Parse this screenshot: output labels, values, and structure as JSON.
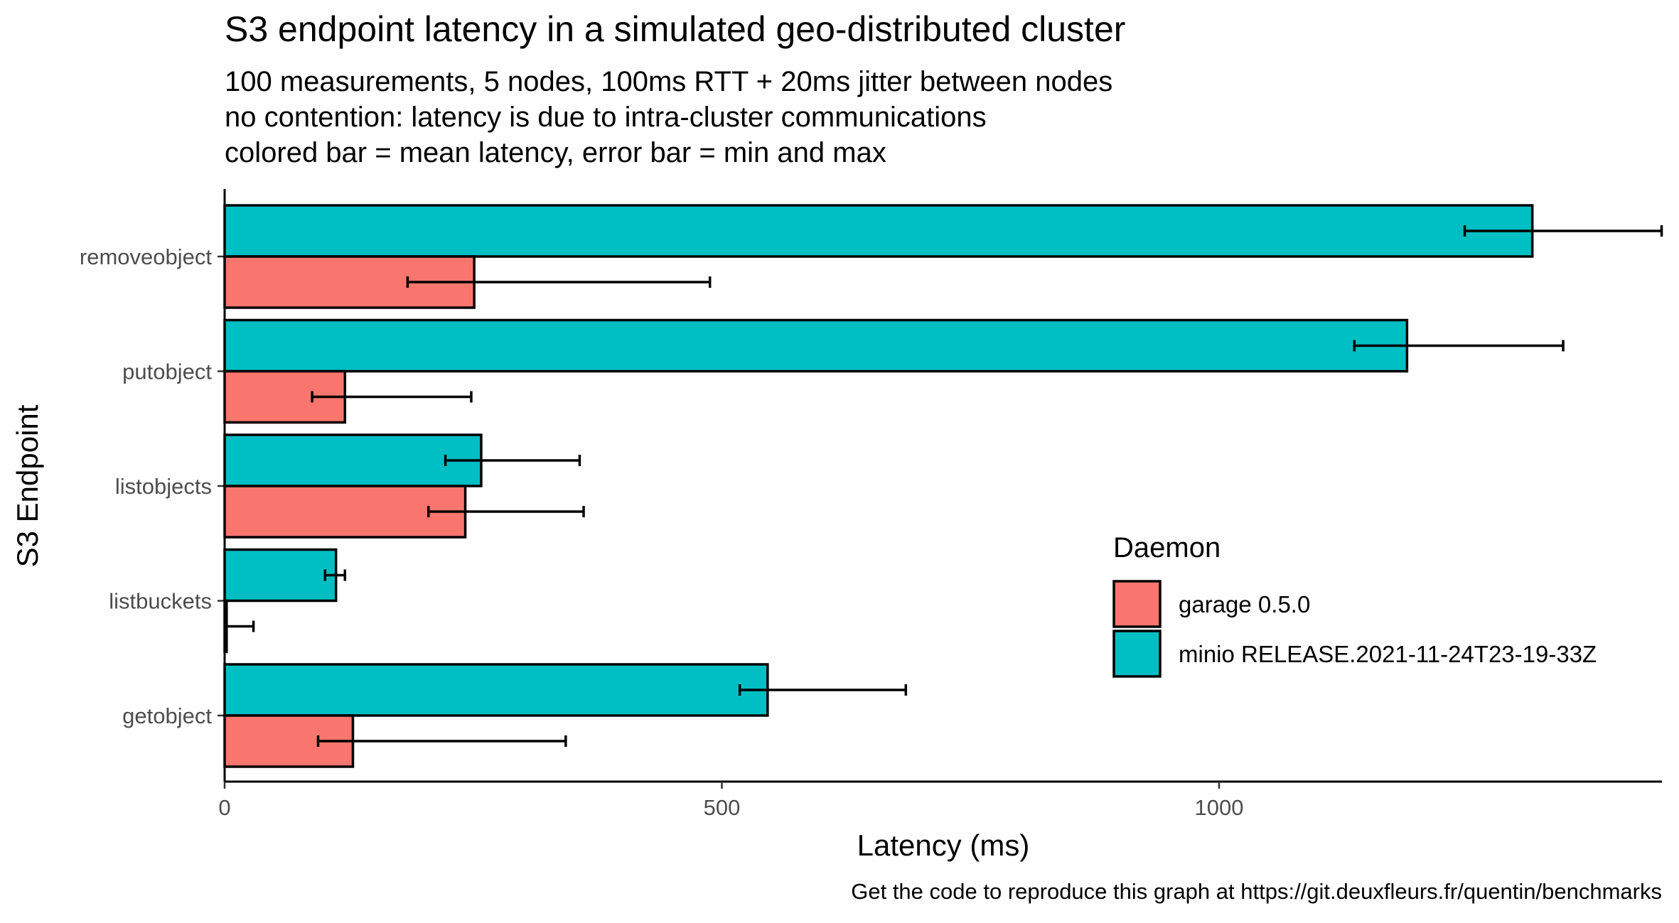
{
  "chart_data": {
    "type": "bar",
    "orientation": "horizontal",
    "title": "S3 endpoint latency in a simulated geo-distributed cluster",
    "subtitle": [
      "100 measurements, 5 nodes, 100ms RTT + 20ms jitter between nodes",
      "no contention: latency is due to intra-cluster communications",
      "colored bar = mean latency, error bar = min and max"
    ],
    "xlabel": "Latency (ms)",
    "ylabel": "S3 Endpoint",
    "caption": "Get the code to reproduce this graph at https://git.deuxfleurs.fr/quentin/benchmarks",
    "categories": [
      "removeobject",
      "putobject",
      "listobjects",
      "listbuckets",
      "getobject"
    ],
    "xlim": [
      0,
      1445
    ],
    "x_ticks": [
      0,
      500,
      1000
    ],
    "legend": {
      "title": "Daemon",
      "placement": "right"
    },
    "series": [
      {
        "name": "garage 0.5.0",
        "color": "#F8766D",
        "mean": [
          251,
          121,
          242,
          2,
          129
        ],
        "min": [
          184,
          88,
          205,
          1,
          94
        ],
        "max": [
          488,
          248,
          361,
          29,
          343
        ]
      },
      {
        "name": "minio RELEASE.2021-11-24T23-19-33Z",
        "color": "#00BFC4",
        "mean": [
          1315,
          1189,
          258,
          112,
          546
        ],
        "min": [
          1247,
          1136,
          222,
          101,
          518
        ],
        "max": [
          1445,
          1346,
          357,
          121,
          685
        ]
      }
    ]
  }
}
